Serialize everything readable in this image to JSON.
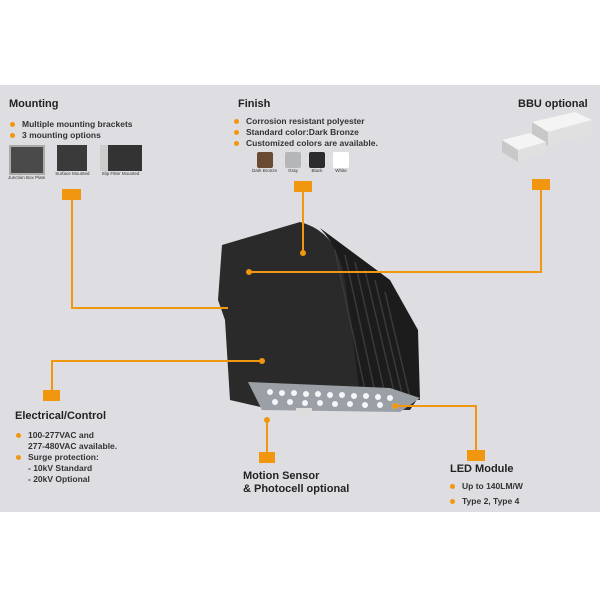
{
  "colors": {
    "accent": "#f0960f",
    "band": "#dedee2"
  },
  "mounting": {
    "title": "Mounting",
    "bullets": [
      "Multiple mounting brackets",
      "3 mounting options"
    ],
    "options": [
      "Junction Box Plate",
      "Surface Mounted",
      "Slip Fitter Mounted"
    ]
  },
  "finish": {
    "title": "Finish",
    "bullets": [
      "Corrosion resistant polyester",
      "Standard color:Dark Bronze",
      "Customized colors are available."
    ],
    "swatches": [
      {
        "label": "Dark Bronze",
        "color": "#6b4a33"
      },
      {
        "label": "Gray",
        "color": "#b5b6b8"
      },
      {
        "label": "Black",
        "color": "#2c2c2e"
      },
      {
        "label": "White",
        "color": "#ffffff"
      }
    ]
  },
  "bbu": {
    "title": "BBU optional"
  },
  "electrical": {
    "title": "Electrical/Control",
    "bullets": [
      "100-277VAC and",
      "Surge protection:"
    ],
    "continuations": [
      "277-480VAC available.",
      "- 10kV Standard",
      "- 20kV Optional"
    ]
  },
  "motion": {
    "title_line1": "Motion Sensor",
    "title_line2": "& Photocell optional"
  },
  "led": {
    "title": "LED Module",
    "bullets": [
      "Up to 140LM/W",
      "Type 2, Type 4"
    ]
  }
}
